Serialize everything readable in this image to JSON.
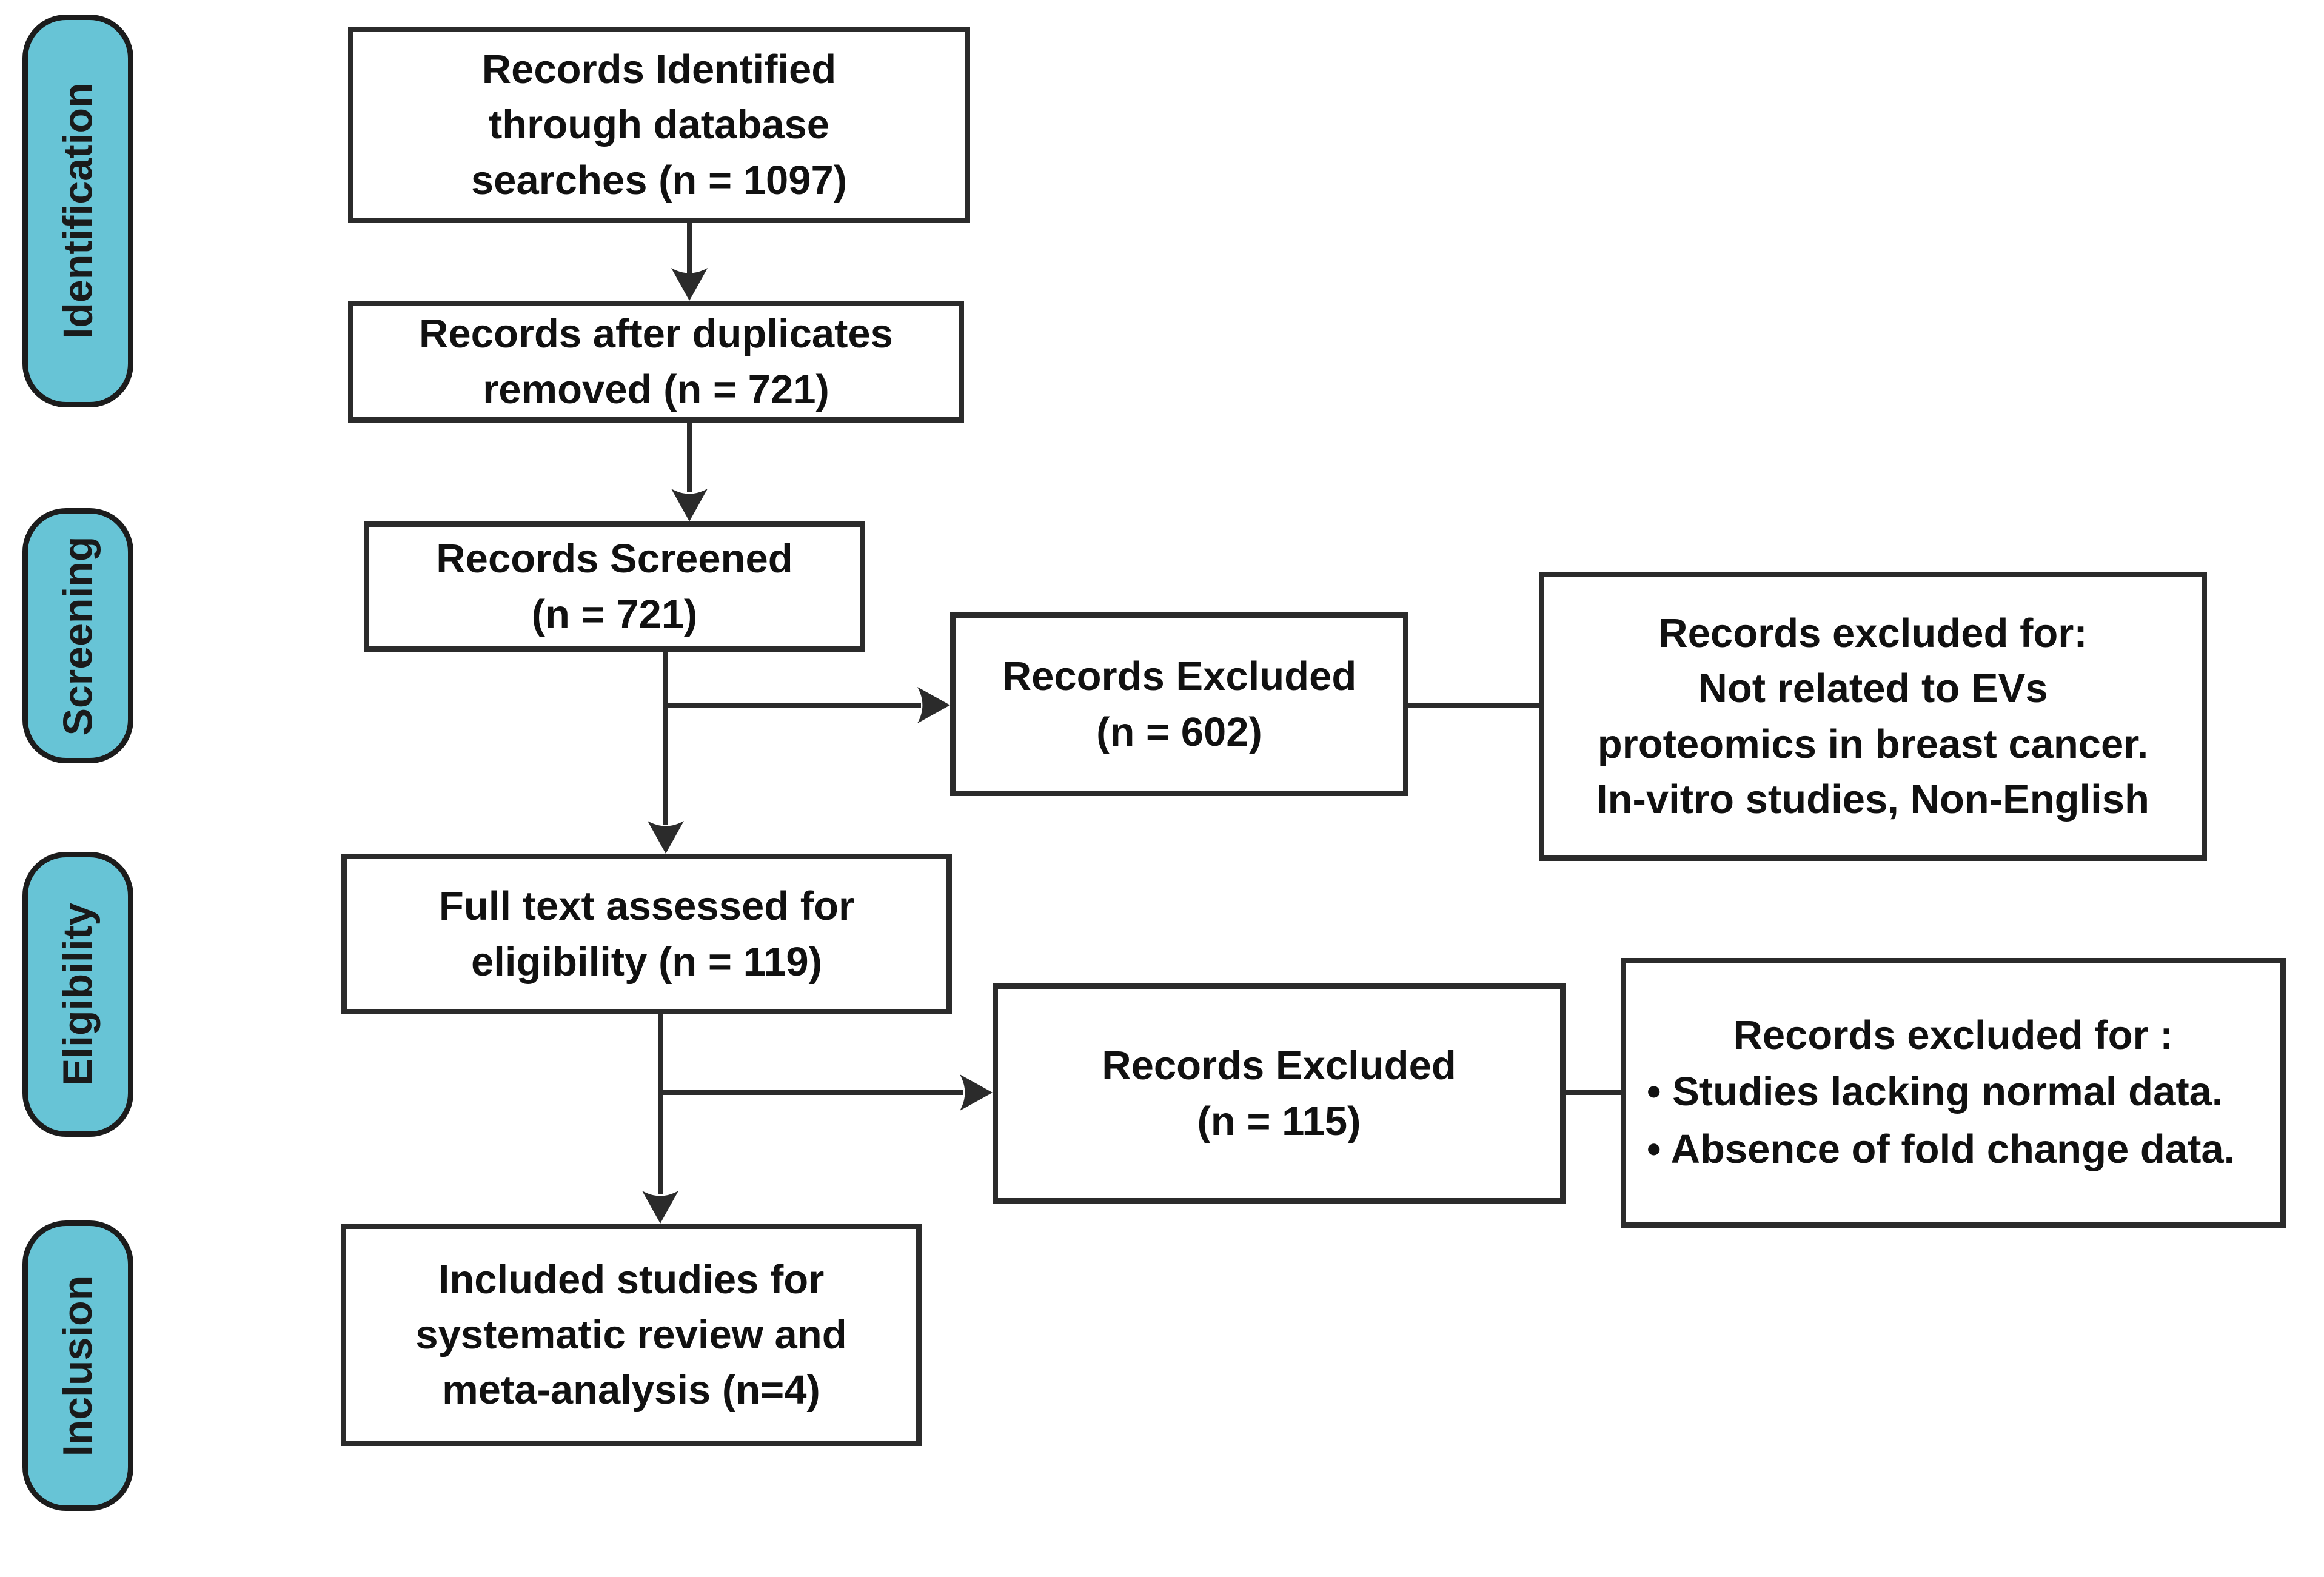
{
  "stages": [
    {
      "label": "Identification"
    },
    {
      "label": "Screening"
    },
    {
      "label": "Eligibility"
    },
    {
      "label": "Inclusion"
    }
  ],
  "boxes": {
    "identified": {
      "lines": [
        "Records Identified",
        "through database",
        "searches  (n = 1097)"
      ]
    },
    "duplicates": {
      "lines": [
        "Records after duplicates",
        "removed  (n = 721)"
      ]
    },
    "screened": {
      "lines": [
        "Records Screened",
        "(n = 721)"
      ]
    },
    "excluded_screening": {
      "lines": [
        "Records Excluded",
        "(n = 602)"
      ]
    },
    "excluded_screening_reasons": {
      "lines": [
        "Records excluded for:",
        "Not related to EVs",
        "proteomics in breast cancer.",
        "In-vitro studies, Non-English"
      ]
    },
    "full_text": {
      "lines": [
        "Full text assessed for",
        "eligibility (n = 119)"
      ]
    },
    "excluded_eligibility": {
      "lines": [
        "Records Excluded",
        "(n = 115)"
      ]
    },
    "excluded_eligibility_reasons": {
      "heading": "Records excluded for :",
      "bullets": [
        "•  Studies lacking normal data.",
        "• Absence of fold change data."
      ]
    },
    "included": {
      "lines": [
        "Included studies  for",
        "systematic review and",
        "meta-analysis  (n=4)"
      ]
    }
  },
  "colors": {
    "stage_fill": "#67C4D6",
    "stage_border": "#1C1C1C",
    "box_border": "#2B2B2B",
    "connector": "#2B2B2B",
    "text": "#111111",
    "background": "#FFFFFF"
  }
}
